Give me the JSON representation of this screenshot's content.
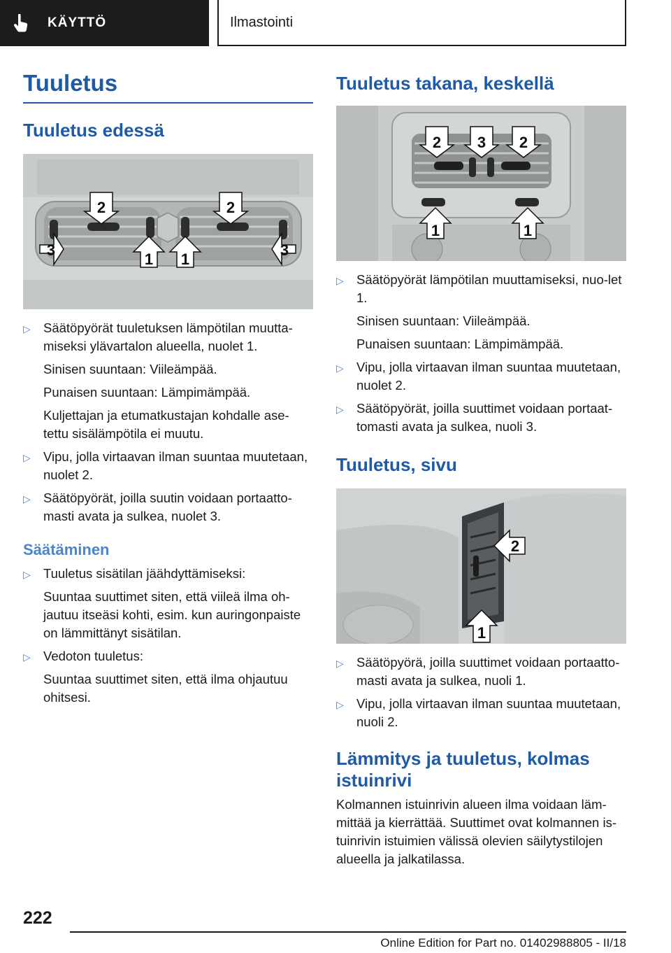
{
  "header": {
    "section_tab": "KÄYTTÖ",
    "chapter": "Ilmastointi",
    "tab_icon": "hand-pointer-icon"
  },
  "left": {
    "title": "Tuuletus",
    "front": {
      "heading": "Tuuletus edessä",
      "items": [
        {
          "text": "Säätöpyörät tuuletuksen lämpötilan muutta-miseksi ylävartalon alueella, nuolet 1.",
          "subs": [
            "Sinisen suuntaan: Viileämpää.",
            "Punaisen suuntaan: Lämpimämpää.",
            "Kuljettajan ja etumatkustajan kohdalle ase-tettu sisälämpötila ei muutu."
          ]
        },
        {
          "text": "Vipu, jolla virtaavan ilman suuntaa muutetaan, nuolet 2.",
          "subs": []
        },
        {
          "text": "Säätöpyörät, joilla suutin voidaan portaatto-masti avata ja sulkea, nuolet 3.",
          "subs": []
        }
      ]
    },
    "adjust": {
      "heading": "Säätäminen",
      "items": [
        {
          "text": "Tuuletus sisätilan jäähdyttämiseksi:",
          "sub": "Suuntaa suuttimet siten, että viileä ilma oh-jautuu itseäsi kohti, esim. kun auringonpaiste on lämmittänyt sisätilan."
        },
        {
          "text": "Vedoton tuuletus:",
          "sub": "Suuntaa suuttimet siten, että ilma ohjautuu ohitsesi."
        }
      ]
    }
  },
  "right": {
    "rear": {
      "heading": "Tuuletus takana, keskellä",
      "items": [
        {
          "text": "Säätöpyörät lämpötilan muuttamiseksi, nuo-let 1.",
          "subs": [
            "Sinisen suuntaan: Viileämpää.",
            "Punaisen suuntaan: Lämpimämpää."
          ]
        },
        {
          "text": "Vipu, jolla virtaavan ilman suuntaa muutetaan, nuolet 2.",
          "subs": []
        },
        {
          "text": "Säätöpyörät, joilla suuttimet voidaan portaat-tomasti avata ja sulkea, nuoli 3.",
          "subs": []
        }
      ]
    },
    "side": {
      "heading": "Tuuletus, sivu",
      "items": [
        {
          "text": "Säätöpyörä, joilla suuttimet voidaan portaatto-masti avata ja sulkea, nuoli 1."
        },
        {
          "text": "Vipu, jolla virtaavan ilman suuntaa muutetaan, nuoli 2."
        }
      ]
    },
    "third_row": {
      "heading_line1": "Lämmitys ja tuuletus, kolmas",
      "heading_line2": "istuinrivi",
      "paragraph": "Kolmannen istuinrivin alueen ilma voidaan läm-mittää ja kierrättää. Suuttimet ovat kolmannen is-tuinrivin istuimien välissä olevien säilytystilojen alueella ja jalkatilassa."
    }
  },
  "figure_labels": {
    "front": [
      "2",
      "2",
      "3",
      "1",
      "1",
      "3"
    ],
    "rear": [
      "2",
      "3",
      "2",
      "1",
      "1"
    ],
    "side": [
      "2",
      "1"
    ]
  },
  "footer": {
    "page_number": "222",
    "edition": "Online Edition for Part no. 01402988805 - II/18"
  },
  "bullet_glyph": "▷",
  "colors": {
    "heading_blue": "#1f5aa6",
    "sub_heading_blue": "#4a86c8",
    "header_dark": "#1c1c1c"
  }
}
